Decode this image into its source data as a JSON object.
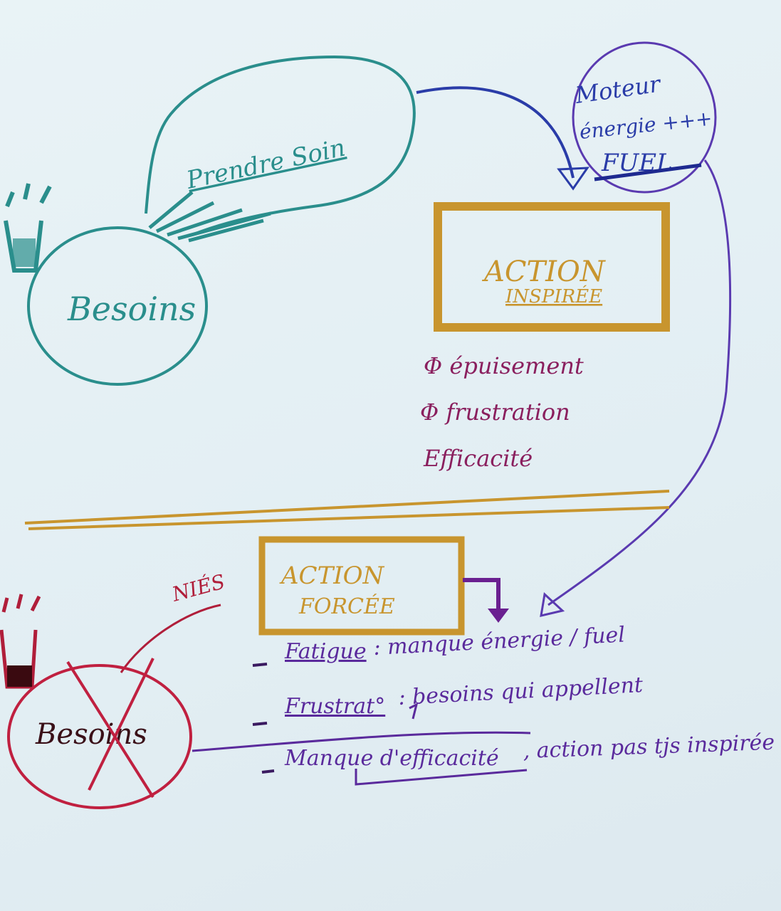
{
  "top_section": {
    "besoins_label": "Besoins",
    "prendre_soin_label": "Prendre Soin",
    "engine_lines": [
      "Moteur",
      "énergie +++",
      "FUEL"
    ],
    "action_inspiree": [
      "ACTION",
      "INSPIRÉE"
    ],
    "benefits": [
      "Φ épuisement",
      "Φ frustration",
      "Efficacité"
    ]
  },
  "bottom_section": {
    "nies_label": "NIÉS",
    "besoins_crossed_label": "Besoins",
    "action_forcee": [
      "ACTION",
      "FORCÉE"
    ],
    "consequences": [
      {
        "term": "Fatigue",
        "desc": ": manque énergie / fuel"
      },
      {
        "term": "Frustrat°",
        "desc": ": besoins qui appellent"
      },
      {
        "term": "Manque d'efficacité",
        "desc": ", action pas tjs inspirée"
      }
    ]
  },
  "colors": {
    "teal": "#2a8e8c",
    "blue": "#2a3ca8",
    "gold": "#c8952e",
    "magenta": "#8a1f5e",
    "purple": "#5a2a9c",
    "red": "#b01e3a"
  }
}
